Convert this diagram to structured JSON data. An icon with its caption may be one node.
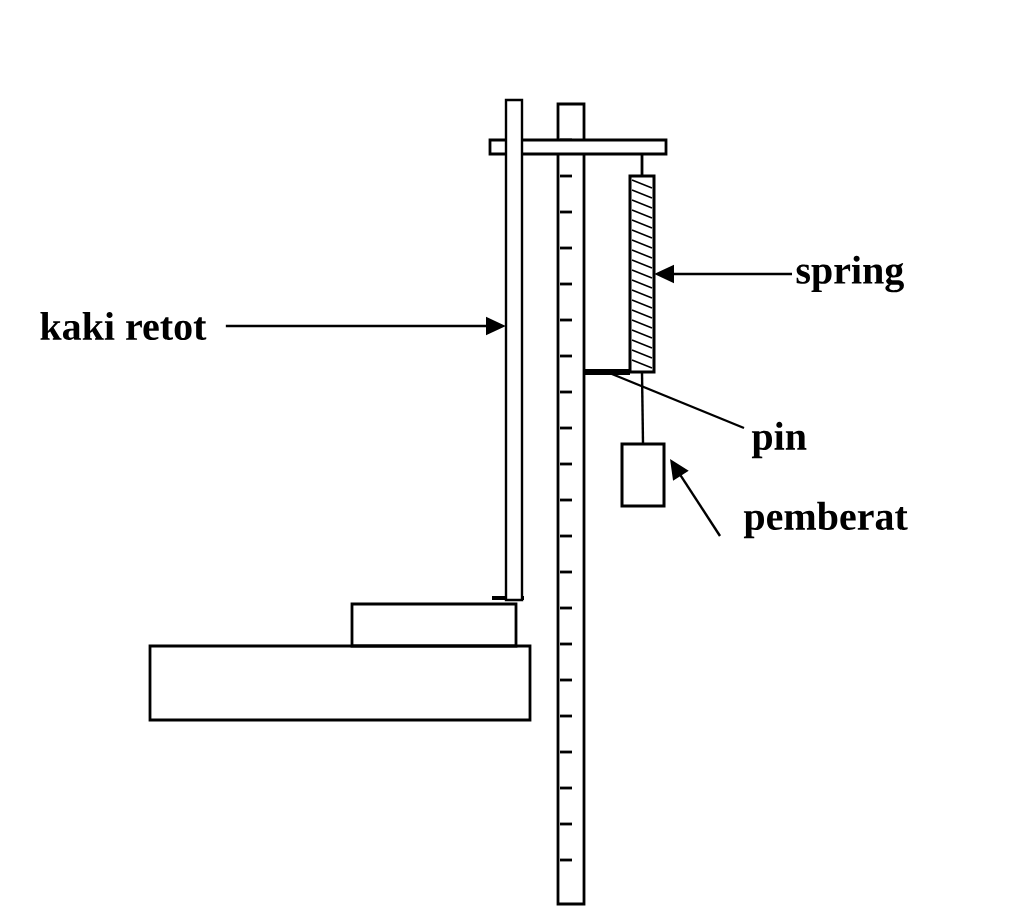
{
  "diagram": {
    "nodes": [
      {
        "text": [
          "kaki retot"
        ]
      },
      {
        "text": [],
        "shape": "bar"
      },
      {
        "text": [
          "spring"
        ]
      },
      {
        "text": [],
        "shape": "box"
      },
      {
        "text": [
          "pin"
        ]
      },
      {
        "text": [],
        "shape": "bar"
      },
      {
        "text": [
          "pemberat"
        ]
      },
      {
        "text": [],
        "shape": "box"
      }
    ],
    "edges": [
      {
        "from": 0,
        "to": 1,
        "arrow": "to"
      },
      {
        "from": 2,
        "to": 3,
        "arrow": "to"
      },
      {
        "from": 4,
        "to": 5,
        "arrow": "none"
      },
      {
        "from": 6,
        "to": 7,
        "arrow": "to"
      },
      {
        "from": 3,
        "to": 7,
        "arrow": "none"
      }
    ]
  }
}
